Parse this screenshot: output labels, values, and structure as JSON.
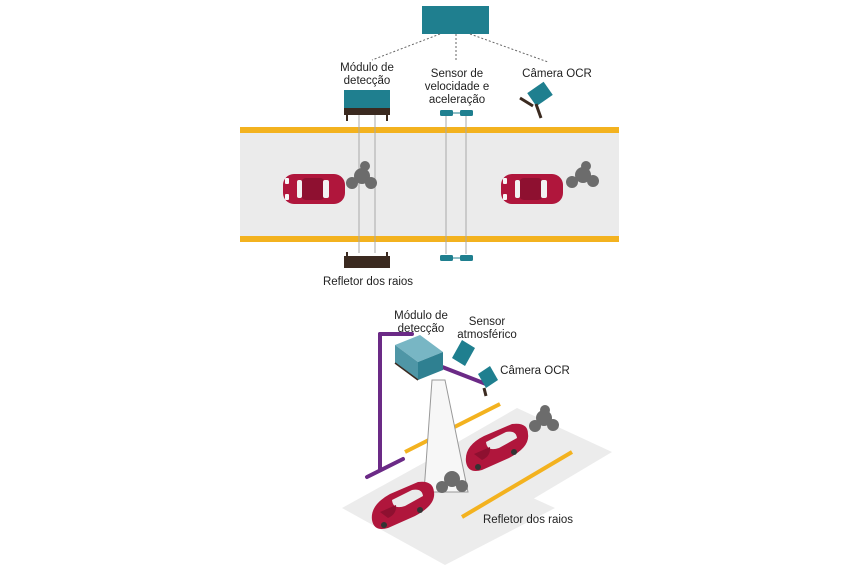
{
  "top_view": {
    "detection_module": {
      "line1": "Módulo de",
      "line2": "detecção"
    },
    "speed_sensor": {
      "line1": "Sensor de",
      "line2": "velocidade e",
      "line3": "aceleração"
    },
    "ocr_camera": "Câmera OCR",
    "reflector": "Refletor dos raios"
  },
  "perspective_view": {
    "detection_module": {
      "line1": "Módulo de",
      "line2": "detecção"
    },
    "atmospheric_sensor": {
      "line1": "Sensor",
      "line2": "atmosférico"
    },
    "ocr_camera": "Câmera OCR",
    "reflector": "Refletor dos raios"
  },
  "colors": {
    "teal": "#1f7f8f",
    "road_edge": "#f3b21f",
    "road_surface": "#ebebeb",
    "car": "#b0163c",
    "smoke": "#6c6c6c",
    "gantry": "#6b2a86"
  }
}
